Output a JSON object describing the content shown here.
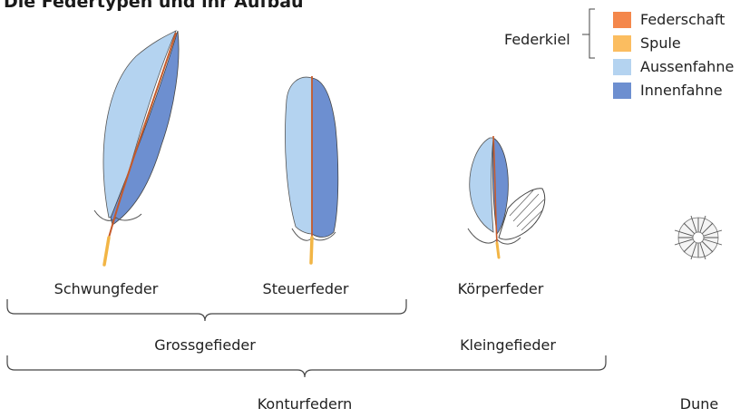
{
  "title": "Die Federtypen und ihr Aufbau",
  "legend": {
    "group_label": "Federkiel",
    "items": [
      {
        "label": "Federschaft",
        "color": "#f4874b"
      },
      {
        "label": "Spule",
        "color": "#fbbd60"
      },
      {
        "label": "Aussenfahne",
        "color": "#b4d3f0"
      },
      {
        "label": "Innenfahne",
        "color": "#6d8fd0"
      }
    ]
  },
  "feathers": {
    "schwungfeder": "Schwungfeder",
    "steuerfeder": "Steuerfeder",
    "koerperfeder": "Körperfeder"
  },
  "groups": {
    "grossgefieder": "Grossgefieder",
    "kleingefieder": "Kleingefieder",
    "konturfedern": "Konturfedern",
    "dune": "Dune"
  }
}
